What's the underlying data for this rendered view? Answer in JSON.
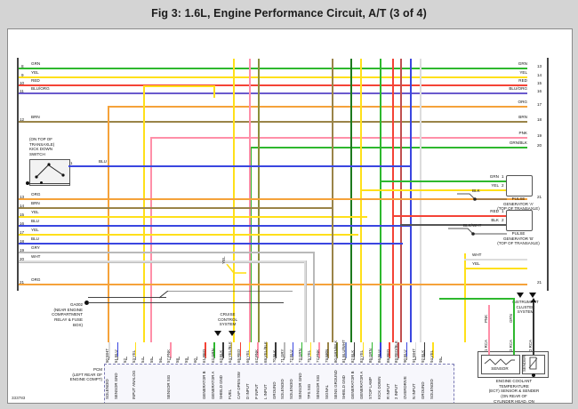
{
  "page": {
    "title": "Fig 3: 1.6L, Engine Performance Circuit, A/T (3 of 4)",
    "reference_code": "333783",
    "background": "#d4d4d4",
    "canvas": "#ffffff"
  },
  "colors": {
    "GRN": "#2eb82e",
    "YEL": "#ffe01a",
    "RED": "#f44336",
    "BLU_ORG": "#6a5acd",
    "ORG": "#f5a23a",
    "BRN": "#9a8448",
    "PNK": "#ff8fa8",
    "GRN_BLK": "#8a8f3a",
    "BLU": "#3a46e0",
    "GRY": "#b9b9b9",
    "WHT": "#f0f0f0",
    "BLK": "#3a3a3a",
    "BLK_WHT": "#6e6e6e",
    "DKGRN": "#1d7a1d"
  },
  "left_terminals": [
    {
      "pin": "8",
      "color_label": "GRN",
      "color": "#2eb82e"
    },
    {
      "pin": "9",
      "color_label": "YEL",
      "color": "#ffe01a"
    },
    {
      "pin": "10",
      "color_label": "RED",
      "color": "#f44336"
    },
    {
      "pin": "11",
      "color_label": "BLU/ORG",
      "color": "#6a5acd"
    },
    {
      "pin": "12",
      "color_label": "BRN",
      "color": "#9a8448"
    },
    {
      "pin": "13",
      "color_label": "ORG",
      "color": "#f5a23a"
    },
    {
      "pin": "14",
      "color_label": "BRN",
      "color": "#9a8448"
    },
    {
      "pin": "15",
      "color_label": "YEL",
      "color": "#ffe01a"
    },
    {
      "pin": "16",
      "color_label": "BLU",
      "color": "#3a46e0"
    },
    {
      "pin": "17",
      "color_label": "YEL",
      "color": "#ffe01a"
    },
    {
      "pin": "18",
      "color_label": "BLU",
      "color": "#3a46e0"
    },
    {
      "pin": "19",
      "color_label": "GRY",
      "color": "#b9b9b9"
    },
    {
      "pin": "20",
      "color_label": "WHT",
      "color": "#dcdcdc"
    },
    {
      "pin": "21",
      "color_label": "ORG",
      "color": "#f5a23a"
    }
  ],
  "right_terminals": [
    {
      "pin": "13",
      "color_label": "GRN",
      "color": "#2eb82e"
    },
    {
      "pin": "14",
      "color_label": "YEL",
      "color": "#ffe01a"
    },
    {
      "pin": "15",
      "color_label": "RED",
      "color": "#f44336"
    },
    {
      "pin": "16",
      "color_label": "BLU/ORG",
      "color": "#6a5acd"
    },
    {
      "pin": "17",
      "color_label": "ORG",
      "color": "#f5a23a"
    },
    {
      "pin": "18",
      "color_label": "BRN",
      "color": "#9a8448"
    },
    {
      "pin": "19",
      "color_label": "PNK",
      "color": "#ff8fa8"
    },
    {
      "pin": "20",
      "color_label": "GRN/BLK",
      "color": "#8a8f3a"
    },
    {
      "pin": "21",
      "color_label": "YEL",
      "color": "#ffe01a"
    }
  ],
  "components": {
    "kick_down_switch": {
      "caption": "(ON TOP OF TRANSAXLE)\nKICK DOWN\nSWITCH",
      "wire_label": "BLU",
      "terminal": "1"
    },
    "ground": {
      "name": "GA002",
      "caption": "(NEAR ENGINE\nCOMPARTMENT\nRELAY & FUSE\nBOX)"
    },
    "cruise_control": {
      "caption": "CRUISE\nCONTROL\nSYSTEM",
      "wire_label": "YEL"
    },
    "pulse_generator_a": {
      "caption": "PULSE\nGENERATOR 'A'\n(TOP OF TRANSAXLE)",
      "pins": [
        {
          "n": "1",
          "color_label": "GRN",
          "color": "#2eb82e"
        },
        {
          "n": "2",
          "color_label": "YEL",
          "color": "#ffe01a"
        }
      ],
      "shield_label": "BLK"
    },
    "pulse_generator_b": {
      "caption": "PULSE\nGENERATOR 'B'\n(TOP OF TRANSAXLE)",
      "pins": [
        {
          "n": "1",
          "color_label": "RED",
          "color": "#f44336"
        },
        {
          "n": "2",
          "color_label": "BLK",
          "color": "#3a3a3a"
        }
      ],
      "shield_label": "BLK/WHT"
    },
    "ect": {
      "caption": "ENGINE COOLANT\nTEMPERATURE\n(ECT) SENSOR & SENDER\n(ON REAR OF\nCYLINDER HEAD, ON\nTHERMOSTAT HOUSING)",
      "sensor_label": "SENSOR",
      "sender_label": "SENDER",
      "pins": [
        {
          "n": "1",
          "gauge": "1 RCA",
          "color_label": "PNK",
          "color": "#ff8fa8"
        },
        {
          "n": "3",
          "gauge": "3 RCA",
          "color_label": "GRN",
          "color": "#2eb82e"
        },
        {
          "n": "2",
          "gauge": "2 RCA",
          "color_label": "BLK",
          "color": "#3a3a3a"
        }
      ]
    },
    "instrument_cluster": {
      "caption": "INSTRUMENT\nCLUSTER\nSYSTEM"
    },
    "pcm": {
      "caption": "PCM\n(LEFT REAR OF\nENGINE COMPT)"
    },
    "wht_yel_branch": {
      "top_label": "WHT",
      "bottom_label": "YEL"
    }
  },
  "pcm_pins": [
    {
      "pin": "50",
      "color_label": "WHT",
      "color": "#dcdcdc",
      "function": "SOLENOID"
    },
    {
      "pin": "51",
      "color_label": "BLU",
      "color": "#3a46e0",
      "function": "SENSOR GND"
    },
    {
      "pin": "52",
      "color_label": "",
      "color": "",
      "function": ""
    },
    {
      "pin": "53",
      "color_label": "YEL",
      "color": "#ffe01a",
      "function": "INPUT ANALOG"
    },
    {
      "pin": "54",
      "color_label": "",
      "color": "",
      "function": ""
    },
    {
      "pin": "55",
      "color_label": "",
      "color": "",
      "function": ""
    },
    {
      "pin": "56",
      "color_label": "",
      "color": "",
      "function": ""
    },
    {
      "pin": "57",
      "color_label": "PNK",
      "color": "#ff8fa8",
      "function": "SENSOR SIG"
    },
    {
      "pin": "58",
      "color_label": "",
      "color": "",
      "function": ""
    },
    {
      "pin": "59",
      "color_label": "",
      "color": "",
      "function": ""
    },
    {
      "pin": "60",
      "color_label": "",
      "color": "",
      "function": ""
    },
    {
      "pin": "61",
      "color_label": "RED",
      "color": "#f44336",
      "function": "GENERATOR B"
    },
    {
      "pin": "62",
      "color_label": "GRN",
      "color": "#2eb82e",
      "function": "GENERATOR A"
    },
    {
      "pin": "63",
      "color_label": "BLK",
      "color": "#3a3a3a",
      "function": "SHIELD GND"
    },
    {
      "pin": "64",
      "color_label": "YEL/BLK",
      "color": "#c8b43a",
      "function": "FUEL"
    },
    {
      "pin": "65",
      "color_label": "RED",
      "color": "#f44336",
      "function": "CAP OPEN SW"
    },
    {
      "pin": "66",
      "color_label": "YEL",
      "color": "#ffe01a",
      "function": "D INPUT"
    },
    {
      "pin": "67",
      "color_label": "PNK",
      "color": "#ff8fa8",
      "function": "P INPUT"
    },
    {
      "pin": "68",
      "color_label": "YEL/BLK",
      "color": "#c8b43a",
      "function": "L INPUT"
    },
    {
      "pin": "70",
      "color_label": "BLK",
      "color": "#3a3a3a",
      "function": "GROUND"
    },
    {
      "pin": "71",
      "color_label": "GRY",
      "color": "#b9b9b9",
      "function": "SOLENOID"
    },
    {
      "pin": "72",
      "color_label": "BLU",
      "color": "#3a46e0",
      "function": "SOLENOID"
    },
    {
      "pin": "73",
      "color_label": "GRN",
      "color": "#2eb82e",
      "function": "SENSOR GND"
    },
    {
      "pin": "75",
      "color_label": "YEL",
      "color": "#ffe01a",
      "function": "TPS SIG"
    },
    {
      "pin": "77",
      "color_label": "PNK",
      "color": "#ff8fa8",
      "function": "SENSOR SIG"
    },
    {
      "pin": "79",
      "color_label": "BRN",
      "color": "#9a8448",
      "function": "SIGNAL"
    },
    {
      "pin": "80",
      "color_label": "GRN/BLK",
      "color": "#8a8f3a",
      "function": "SENS GROUND"
    },
    {
      "pin": "81",
      "color_label": "BLU/WHT",
      "color": "#7f8fd0",
      "function": "SHIELD GND"
    },
    {
      "pin": "82",
      "color_label": "BLK",
      "color": "#3a3a3a",
      "function": "GENERATOR B"
    },
    {
      "pin": "83",
      "color_label": "YEL",
      "color": "#ffe01a",
      "function": "GENERATOR A"
    },
    {
      "pin": "85",
      "color_label": "GRN",
      "color": "#2eb82e",
      "function": "STOP LAMP"
    },
    {
      "pin": "86",
      "color_label": "BLU",
      "color": "#3a46e0",
      "function": "KICK DOWN"
    },
    {
      "pin": "88",
      "color_label": "RED",
      "color": "#f44336",
      "function": "R INPUT"
    },
    {
      "pin": "89",
      "color_label": "RED/BLK",
      "color": "#c05050",
      "function": "2 INPUT"
    },
    {
      "pin": "90",
      "color_label": "BLU",
      "color": "#3a46e0",
      "function": "OVERDRIVE"
    },
    {
      "pin": "91",
      "color_label": "WHT",
      "color": "#dcdcdc",
      "function": "N INPUT"
    },
    {
      "pin": "92",
      "color_label": "BLK",
      "color": "#3a3a3a",
      "function": "GROUND"
    },
    {
      "pin": "94",
      "color_label": "YEL",
      "color": "#ffe01a",
      "function": "SOLENOID"
    },
    {
      "pin": "95",
      "color_label": "",
      "color": "",
      "function": ""
    }
  ]
}
